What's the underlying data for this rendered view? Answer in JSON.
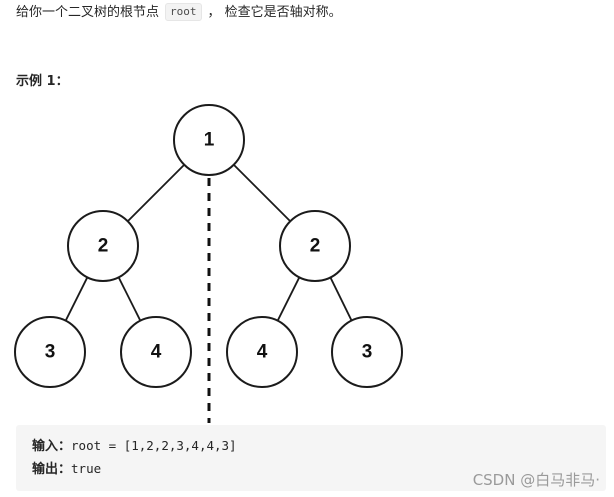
{
  "problem": {
    "text_before": "给你一个二叉树的根节点",
    "code": "root",
    "text_after": "， 检查它是否轴对称。"
  },
  "example": {
    "heading": "示例 1："
  },
  "tree": {
    "nodes": [
      {
        "id": "n1",
        "label": "1"
      },
      {
        "id": "n2l",
        "label": "2"
      },
      {
        "id": "n2r",
        "label": "2"
      },
      {
        "id": "n3a",
        "label": "3"
      },
      {
        "id": "n4a",
        "label": "4"
      },
      {
        "id": "n4b",
        "label": "4"
      },
      {
        "id": "n3b",
        "label": "3"
      }
    ],
    "edges": [
      [
        "n1",
        "n2l"
      ],
      [
        "n1",
        "n2r"
      ],
      [
        "n2l",
        "n3a"
      ],
      [
        "n2l",
        "n4a"
      ],
      [
        "n2r",
        "n4b"
      ],
      [
        "n2r",
        "n3b"
      ]
    ],
    "symmetry_axis": "dashed"
  },
  "io": {
    "input_label": "输入：",
    "input_value": "root = [1,2,2,3,4,4,3]",
    "output_label": "输出：",
    "output_value": "true"
  },
  "watermark": "CSDN @白马非马·"
}
